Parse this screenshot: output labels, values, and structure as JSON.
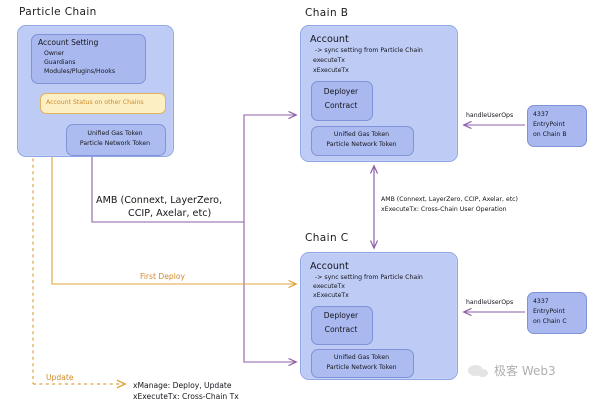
{
  "diagram": {
    "title_particle": "Particle Chain",
    "title_chain_b": "Chain B",
    "title_chain_c": "Chain C"
  },
  "particle_chain": {
    "account_setting": {
      "heading": "Account Setting",
      "lines": [
        "Owner",
        "Guardians",
        "Modules/Plugins/Hooks"
      ]
    },
    "account_status": "Account Status on other Chains",
    "token_box": [
      "Unified Gas Token",
      "Particle Network Token"
    ]
  },
  "chain_b": {
    "account_heading": "Account",
    "account_lines": [
      "-> sync setting from Particle Chain",
      "executeTx",
      "xExecuteTx"
    ],
    "deployer": [
      "Deployer",
      "Contract"
    ],
    "token_box": [
      "Unified Gas Token",
      "Particle Network Token"
    ],
    "entrypoint": [
      "4337",
      "EntryPoint",
      "on Chain B"
    ],
    "handle_label": "handleUserOps"
  },
  "chain_c": {
    "account_heading": "Account",
    "account_lines": [
      "-> sync setting from Particle Chain",
      "executeTx",
      "xExecuteTx"
    ],
    "deployer": [
      "Deployer",
      "Contract"
    ],
    "token_box": [
      "Unified Gas Token",
      "Particle Network Token"
    ],
    "entrypoint": [
      "4337",
      "EntryPoint",
      "on Chain C"
    ],
    "handle_label": "handleUserOps"
  },
  "edges": {
    "amb_left_line1": "AMB (Connext, LayerZero,",
    "amb_left_line2": "CCIP, Axelar, etc)",
    "amb_right_line1": "AMB (Connext, LayerZero, CCIP, Axelar, etc)",
    "amb_right_line2": "xExecuteTx: Cross-Chain User Operation",
    "first_deploy": "First Deploy",
    "update": "Update"
  },
  "legend": {
    "line1": "xManage: Deploy, Update",
    "line2": "xExecuteTx: Cross-Chain Tx"
  },
  "watermark": {
    "text": "极客 Web3"
  },
  "colors": {
    "purple": "#8e5fa8",
    "orange": "#e0a33f",
    "box_outer": "#bdcbf5",
    "box_inner": "#a9b8ee",
    "yellow": "#fcefc4"
  }
}
